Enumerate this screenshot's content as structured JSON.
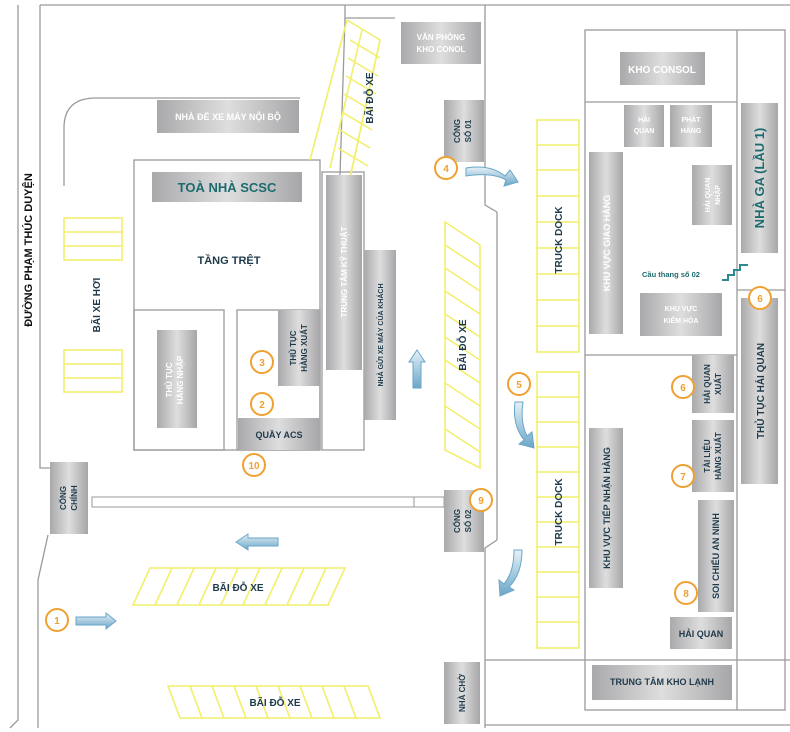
{
  "road_label": "ĐƯỜNG PHẠM THÚC DUYỆN",
  "buildings": {
    "van_phong_kho_conol": "VĂN PHÒNG KHO CONOL",
    "kho_consol": "KHO CONSOL",
    "nha_de_xe_may_noi_bo": "NHÀ ĐỂ XE MÁY NỘI BỘ",
    "toa_nha_scsc": "TOÀ NHÀ SCSC",
    "tang_tret": "TẦNG TRỆT",
    "thu_tuc_hang_nhap": "THỦ TỤC HÀNG NHẬP",
    "thu_tuc_hang_xuat": "THỦ TỤC HÀNG XUẤT",
    "quay_acs": "QUẦY ACS",
    "trung_tam_ky_thuat": "TRUNG TÂM KỸ THUẬT",
    "nha_gui_xe_may_cua_khach": "NHÀ GỬI XE MÁY CỦA KHÁCH",
    "cong_so_01": "CỔNG SỐ 01",
    "cong_so_02": "CỔNG SỐ 02",
    "cong_chinh": "CỔNG CHÍNH",
    "nha_cho": "NHÀ CHỜ",
    "hai_quan_top": "HẢI QUAN",
    "phat_hang": "PHÁT HÀNG",
    "khu_vuc_giao_hang": "KHU VỰC GIAO HÀNG",
    "hai_quan_nhap": "HẢI QUAN NHẬP",
    "nha_ga": "NHÀ GA (LẦU 1)",
    "cau_thang": "Cầu thang số 02",
    "khu_vuc_kiem_hoa": "KHU VỰC KIỂM HÓA",
    "thu_tuc_hai_quan": "THỦ TỤC HẢI QUAN",
    "hai_quan_xuat": "HẢI QUAN XUẤT",
    "tai_lieu_hang_xuat": "TÀI LIỆU HÀNG XUẤT",
    "khu_vuc_tiep_nhan_hang": "KHU VỰC TIẾP NHẬN HÀNG",
    "soi_chieu_an_ninh": "SOI CHIẾU AN NINH",
    "hai_quan_bottom": "HẢI QUAN",
    "trung_tam_kho_lanh": "TRUNG TÂM KHO LẠNH"
  },
  "parking": {
    "bai_xe_hoi": "BÃI XE HƠI",
    "bai_do_xe_top": "BÃI ĐỖ XE",
    "bai_do_xe_mid": "BÃI ĐỖ XE",
    "bai_do_xe_bottom1": "BÃI ĐỖ XE",
    "bai_do_xe_bottom2": "BÃI ĐỖ XE"
  },
  "truck_dock": {
    "upper": "TRUCK DOCK",
    "lower": "TRUCK DOCK"
  },
  "markers": [
    "1",
    "2",
    "3",
    "4",
    "5",
    "6",
    "6",
    "7",
    "8",
    "9",
    "10"
  ],
  "colors": {
    "block": "#c9c9cb",
    "block_text_white": "#ffffff",
    "dark_text": "#1e3a4a",
    "teal_text": "#1d6b6f",
    "parking_yellow": "#f2ef6a",
    "marker_orange": "#f0a030",
    "arrow_blue": "#6aa6c8"
  }
}
